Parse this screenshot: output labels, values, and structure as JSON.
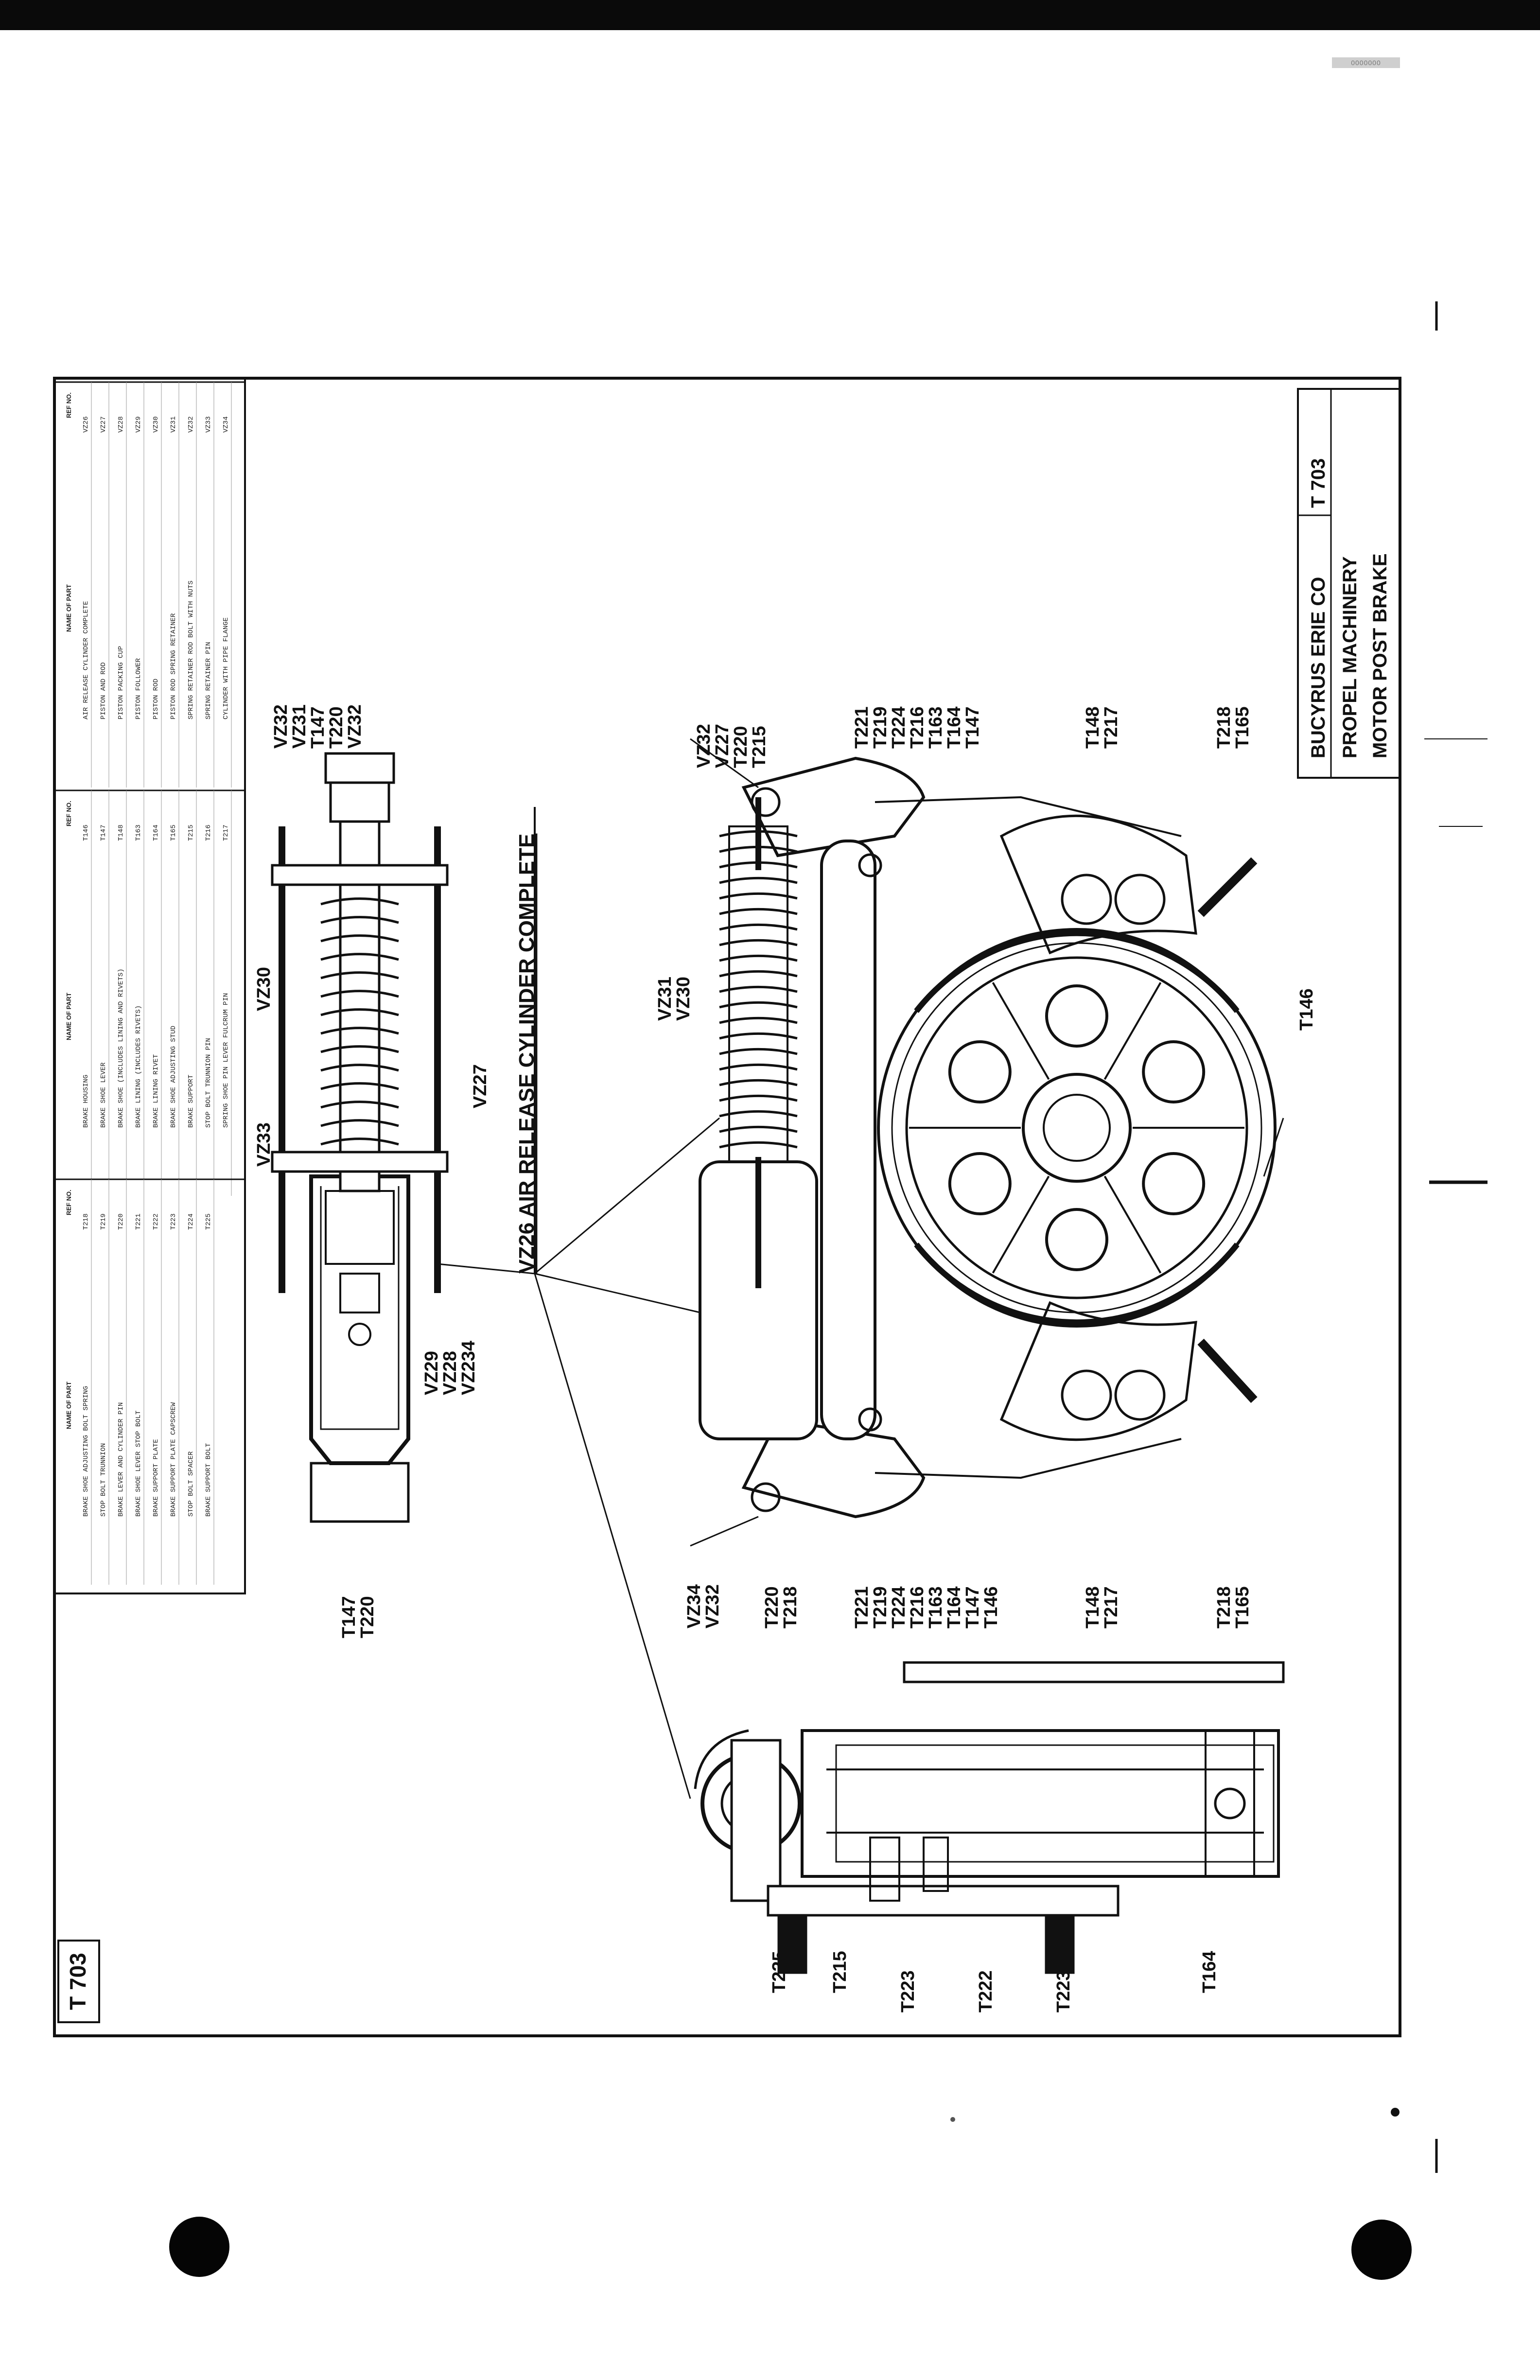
{
  "sheet": {
    "number": "T 703",
    "corner_stamp": "0000000"
  },
  "title_block": {
    "company": "BUCYRUS ERIE CO",
    "drawing_no": "T 703",
    "line1": "PROPEL   MACHINERY",
    "line2": "MOTOR   POST   BRAKE"
  },
  "assembly_caption": "VZ26 AIR RELEASE CYLINDER COMPLETE",
  "parts_table": {
    "headers": [
      "REF NO.",
      "NAME OF PART"
    ],
    "columns": [
      {
        "rows": [
          [
            "VZ26",
            "AIR RELEASE CYLINDER COMPLETE"
          ],
          [
            "VZ27",
            "PISTON AND ROD"
          ],
          [
            "VZ28",
            "PISTON PACKING CUP"
          ],
          [
            "VZ29",
            "PISTON FOLLOWER"
          ],
          [
            "VZ30",
            "PISTON ROD"
          ],
          [
            "VZ31",
            "PISTON ROD SPRING RETAINER"
          ],
          [
            "VZ32",
            "SPRING RETAINER ROD BOLT WITH NUTS"
          ],
          [
            "VZ33",
            "SPRING RETAINER PIN"
          ],
          [
            "VZ34",
            "CYLINDER WITH PIPE FLANGE"
          ]
        ]
      },
      {
        "rows": [
          [
            "T146",
            "BRAKE HOUSING"
          ],
          [
            "T147",
            "BRAKE SHOE LEVER"
          ],
          [
            "T148",
            "BRAKE SHOE (INCLUDES LINING AND RIVETS)"
          ],
          [
            "T163",
            "BRAKE LINING (INCLUDES RIVETS)"
          ],
          [
            "T164",
            "BRAKE LINING RIVET"
          ],
          [
            "T165",
            "BRAKE SHOE ADJUSTING STUD"
          ],
          [
            "T215",
            "BRAKE SUPPORT"
          ],
          [
            "T216",
            "STOP BOLT TRUNNION PIN"
          ],
          [
            "T217",
            "SPRING SHOE PIN LEVER FULCRUM PIN"
          ]
        ]
      },
      {
        "rows": [
          [
            "T218",
            "BRAKE SHOE ADJUSTING BOLT SPRING"
          ],
          [
            "T219",
            "STOP BOLT TRUNNION"
          ],
          [
            "T220",
            "BRAKE LEVER AND CYLINDER PIN"
          ],
          [
            "T221",
            "BRAKE SHOE LEVER STOP BOLT"
          ],
          [
            "T222",
            "BRAKE SUPPORT PLATE"
          ],
          [
            "T223",
            "BRAKE SUPPORT PLATE CAPSCREW"
          ],
          [
            "T224",
            "STOP BOLT SPACER"
          ],
          [
            "T225",
            "BRAKE SUPPORT BOLT"
          ]
        ]
      }
    ]
  },
  "callouts": {
    "cyl_top_right": [
      "VZ32",
      "VZ31",
      "T147",
      "T220",
      "VZ32"
    ],
    "cyl_spring": "VZ30",
    "cyl_pin": "VZ33",
    "cyl_rod": "VZ27",
    "cyl_bottom": [
      "VZ29",
      "VZ28",
      "VZ234"
    ],
    "cyl_end": [
      "T147",
      "T220"
    ],
    "main_top_a": [
      "VZ32",
      "VZ27",
      "T220",
      "T215"
    ],
    "main_top_b": [
      "T221",
      "T219",
      "T224",
      "T216",
      "T163",
      "T164",
      "T147"
    ],
    "main_top_c": [
      "T148",
      "T217"
    ],
    "main_top_d": [
      "T218",
      "T165"
    ],
    "main_spring": [
      "VZ31",
      "VZ30"
    ],
    "main_housing": "T146",
    "main_bot_a": [
      "VZ34",
      "VZ32"
    ],
    "main_bot_b": [
      "T220",
      "T218"
    ],
    "main_bot_c": [
      "T221",
      "T219",
      "T224",
      "T216",
      "T163",
      "T164",
      "T147",
      "T146"
    ],
    "main_bot_d": [
      "T148",
      "T217"
    ],
    "main_bot_e": [
      "T218",
      "T165"
    ],
    "side_a": "T225",
    "side_b": "T215",
    "side_c": "T223",
    "side_d": "T222",
    "side_e": "T223",
    "side_f": "T164"
  }
}
